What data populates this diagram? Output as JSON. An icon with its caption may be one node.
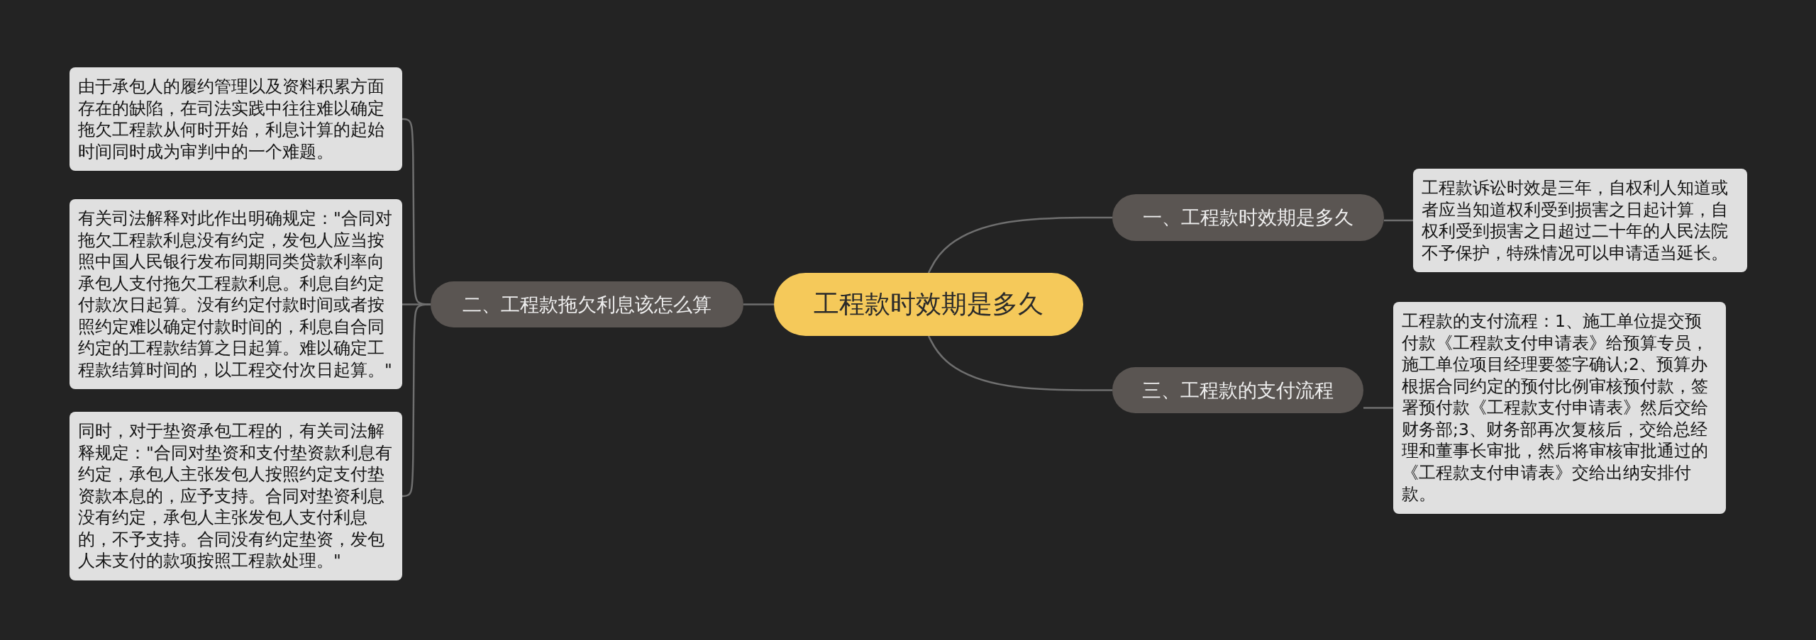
{
  "diagram": {
    "nodes": [
      {
        "text": [
          "工程款时效期是多久"
        ]
      },
      {
        "text": [
          "一、工程款时效期是多久"
        ]
      },
      {
        "text": [
          "工程款诉讼时效是三年，自权利人知道或者应当知道权利受到损害之日起计算，自权利受到损害之日超过二十年的人民法院不予保护，特殊情况可以申请适当延长。"
        ]
      },
      {
        "text": [
          "三、工程款的支付流程"
        ]
      },
      {
        "text": [
          "工程款的支付流程：1、施工单位提交预付款《工程款支付申请表》给预算专员，施工单位项目经理要签字确认;2、预算办根据合同约定的预付比例审核预付款，签署预付款《工程款支付申请表》然后交给财务部;3、财务部再次复核后，交给总经理和董事长审批，然后将审核审批通过的《工程款支付申请表》交给出纳安排付款。"
        ]
      },
      {
        "text": [
          "二、工程款拖欠利息该怎么算"
        ]
      },
      {
        "text": [
          "由于承包人的履约管理以及资料积累方面存在的缺陷，在司法实践中往往难以确定拖欠工程款从何时开始，利息计算的起始时间同时成为审判中的一个难题。"
        ]
      },
      {
        "text": [
          "有关司法解释对此作出明确规定：\"合同对拖欠工程款利息没有约定，发包人应当按照中国人民银行发布同期同类贷款利率向承包人支付拖欠工程款利息。利息自约定付款次日起算。没有约定付款时间或者按照约定难以确定付款时间的，利息自合同约定的工程款结算之日起算。难以确定工程款结算时间的，以工程交付次日起算。\""
        ]
      },
      {
        "text": [
          "同时，对于垫资承包工程的，有关司法解释规定：\"合同对垫资和支付垫资款利息有约定，承包人主张发包人按照约定支付垫资款本息的，应予支持。合同对垫资利息没有约定，承包人主张发包人支付利息的，不予支持。合同没有约定垫资，发包人未支付的款项按照工程款处理。\""
        ]
      }
    ],
    "edges": [
      {
        "from": 0,
        "to": 1,
        "arrow": "none"
      },
      {
        "from": 1,
        "to": 2,
        "arrow": "none"
      },
      {
        "from": 0,
        "to": 3,
        "arrow": "none"
      },
      {
        "from": 3,
        "to": 4,
        "arrow": "none"
      },
      {
        "from": 0,
        "to": 5,
        "arrow": "none"
      },
      {
        "from": 5,
        "to": 6,
        "arrow": "none"
      },
      {
        "from": 5,
        "to": 7,
        "arrow": "none"
      },
      {
        "from": 5,
        "to": 8,
        "arrow": "none"
      }
    ]
  }
}
